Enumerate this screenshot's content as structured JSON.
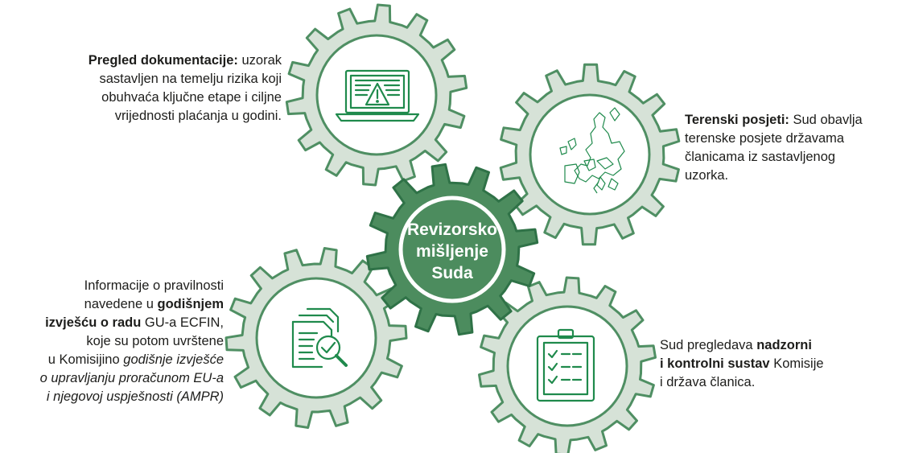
{
  "colors": {
    "gear_fill": "#d6e2d7",
    "gear_stroke": "#4f8f63",
    "center_fill": "#4c8c5e",
    "center_stroke": "#2f7247",
    "icon_green": "#1f8a4c",
    "center_text": "#ffffff"
  },
  "center": {
    "line1": "Revizorsko",
    "line2": "mišljenje",
    "line3": "Suda"
  },
  "gears": [
    {
      "icon": "laptop-warning-icon"
    },
    {
      "icon": "europe-map-icon"
    },
    {
      "icon": "documents-search-icon"
    },
    {
      "icon": "clipboard-checklist-icon"
    }
  ],
  "captions": {
    "top_left": {
      "bold": "Pregled dokumentacije:",
      "t1": "uzorak",
      "line2": "sastavljen na temelju rizika koji",
      "line3": "obuhvaća ključne etape i ciljne",
      "line4": "vrijednosti plaćanja u godini."
    },
    "top_right": {
      "bold": "Terenski posjeti:",
      "t1": "Sud obavlja",
      "line2": "terenske posjete državama",
      "line3": "članicama iz sastavljenog",
      "line4": "uzorka."
    },
    "bottom_left": {
      "l1": "Informacije o pravilnosti",
      "l2a": "navedene u",
      "l2b": "godišnjem",
      "l3a": "izvješću o radu",
      "l3b": "GU-a ECFIN,",
      "l4": "koje su potom uvrštene",
      "l5a": "u Komisijino",
      "l5b": "godišnje izvješće",
      "l6": "o upravljanju proračunom EU-a",
      "l7": "i njegovoj uspješnosti (AMPR)"
    },
    "bottom_right": {
      "l1a": "Sud pregledava",
      "l1b": "nadzorni",
      "l2a": "i kontrolni sustav",
      "l2b": "Komisije",
      "l3": "i država članica."
    }
  }
}
